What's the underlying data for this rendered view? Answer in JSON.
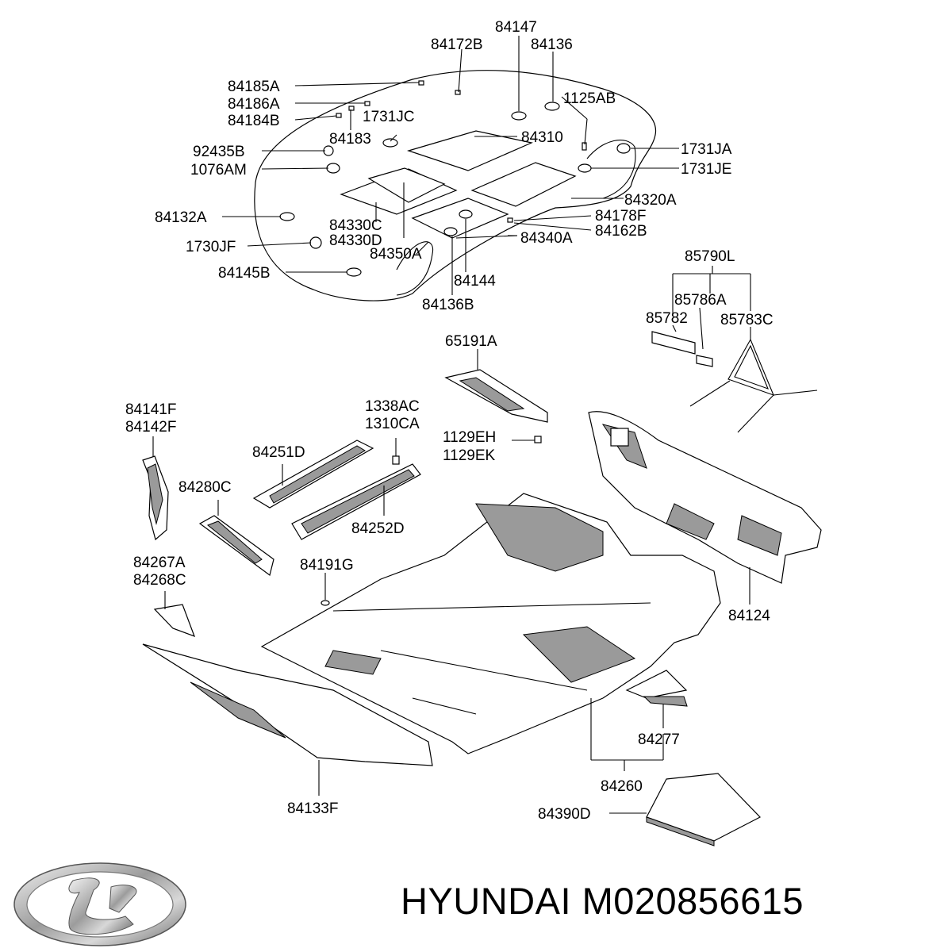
{
  "brand_text": "HYUNDAI M020856615",
  "logo_icon": "hyundai-logo",
  "callouts": [
    "84147",
    "84172B",
    "84136",
    "84185A",
    "1125AB",
    "84186A",
    "84184B",
    "1731JC",
    "84183",
    "84310",
    "92435B",
    "1731JA",
    "1076AM",
    "1731JE",
    "84320A",
    "84132A",
    "84330C",
    "84178F",
    "84330D",
    "84162B",
    "1730JF",
    "84350A",
    "84340A",
    "84145B",
    "84144",
    "84136B",
    "85790L",
    "85786A",
    "85782",
    "85783C",
    "65191A",
    "84141F",
    "84142F",
    "1338AC",
    "1310CA",
    "1129EH",
    "1129EK",
    "84251D",
    "84280C",
    "84252D",
    "84267A",
    "84268C",
    "84191G",
    "84124",
    "84277",
    "84260",
    "84133F",
    "84390D"
  ]
}
